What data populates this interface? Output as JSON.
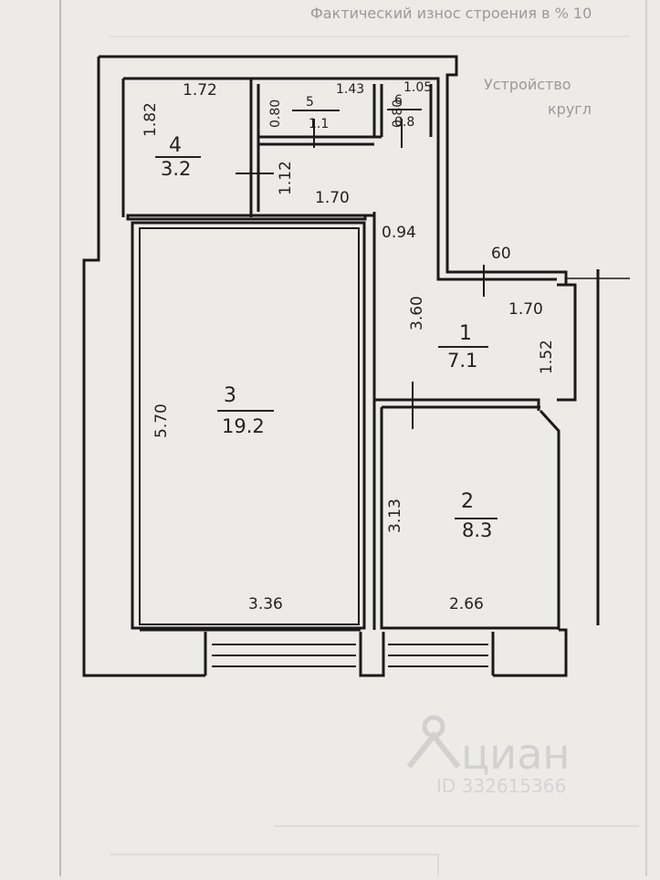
{
  "header_text": "Фактический износ строения в % 10",
  "side_text_1": "Устройство",
  "side_text_2": "кругл",
  "rooms": [
    {
      "number": "1",
      "area": "7.1"
    },
    {
      "number": "2",
      "area": "8.3"
    },
    {
      "number": "3",
      "area": "19.2"
    },
    {
      "number": "4",
      "area": "3.2"
    },
    {
      "number": "5",
      "area": "1.1"
    },
    {
      "number": "6",
      "area": "0.8"
    }
  ],
  "dimensions": {
    "d_1_72": "1.72",
    "d_1_82": "1.82",
    "d_0_80": "0.80",
    "d_1_43": "1.43",
    "d_1_05": "1.05",
    "d_0_80b": "0.80",
    "d_1_12": "1.12",
    "d_1_70a": "1.70",
    "d_0_94": "0.94",
    "d_60": "60",
    "d_3_60": "3.60",
    "d_1_70b": "1.70",
    "d_1_52": "1.52",
    "d_5_70": "5.70",
    "d_3_13": "3.13",
    "d_3_36": "3.36",
    "d_2_66": "2.66"
  },
  "watermark": {
    "brand": "циан",
    "id": "ID 332615366"
  }
}
